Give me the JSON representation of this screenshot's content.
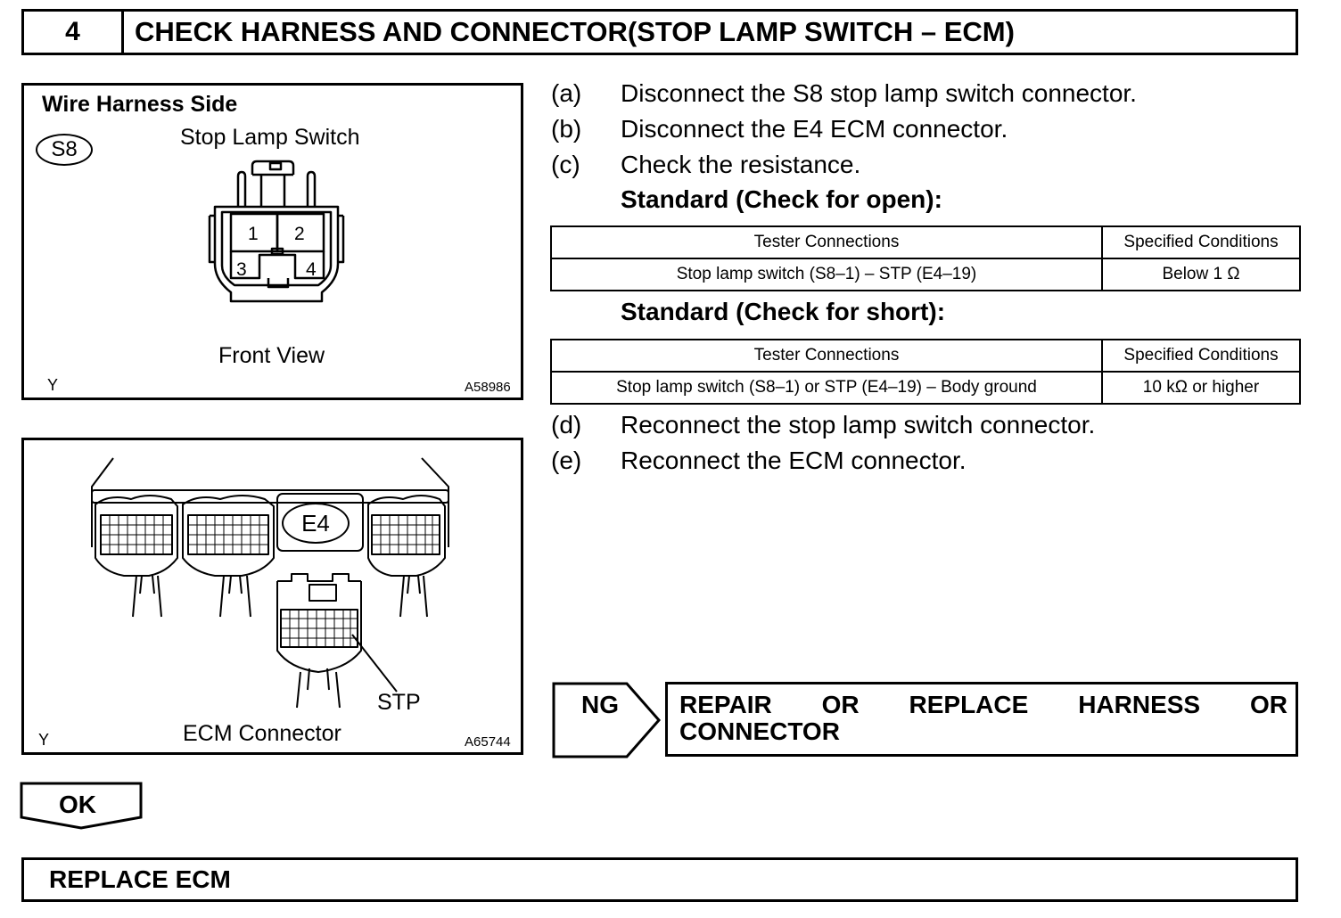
{
  "header": {
    "step_number": "4",
    "title": "CHECK HARNESS AND CONNECTOR(STOP LAMP SWITCH – ECM)"
  },
  "fig1": {
    "heading": "Wire Harness Side",
    "badge": "S8",
    "title": "Stop Lamp Switch",
    "pins": [
      "1",
      "2",
      "3",
      "4"
    ],
    "caption": "Front View",
    "corner_mark": "Y",
    "ref": "A58986"
  },
  "fig2": {
    "badge": "E4",
    "pointer_label": "STP",
    "caption": "ECM Connector",
    "corner_mark": "Y",
    "ref": "A65744"
  },
  "steps": [
    {
      "label": "(a)",
      "text": "Disconnect the S8 stop lamp switch connector."
    },
    {
      "label": "(b)",
      "text": "Disconnect the E4 ECM connector."
    },
    {
      "label": "(c)",
      "text": "Check the resistance."
    },
    {
      "label": "(d)",
      "text": "Reconnect the stop lamp switch connector."
    },
    {
      "label": "(e)",
      "text": "Reconnect the ECM connector."
    }
  ],
  "standard_open": {
    "title": "Standard (Check for open):",
    "headers": [
      "Tester Connections",
      "Specified Conditions"
    ],
    "row": [
      "Stop lamp switch (S8–1) – STP (E4–19)",
      "Below 1 Ω"
    ]
  },
  "standard_short": {
    "title": "Standard (Check for short):",
    "headers": [
      "Tester Connections",
      "Specified Conditions"
    ],
    "row": [
      "Stop lamp switch (S8–1) or STP (E4–19) – Body ground",
      "10 kΩ or higher"
    ]
  },
  "ng": {
    "label": "NG",
    "words": [
      "REPAIR",
      "OR",
      "REPLACE",
      "HARNESS",
      "OR"
    ],
    "line2": "CONNECTOR"
  },
  "ok": {
    "label": "OK"
  },
  "result": {
    "text": "REPLACE ECM"
  }
}
